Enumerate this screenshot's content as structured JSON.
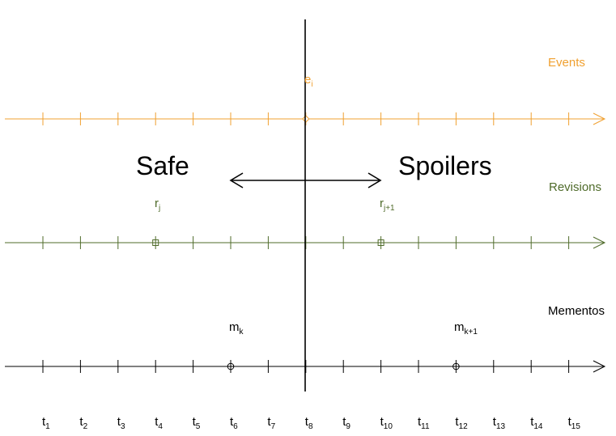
{
  "colors": {
    "events": "#f0a030",
    "revisions": "#4f6b2a",
    "mementos": "#000000",
    "divider": "#000000"
  },
  "lines": {
    "events": {
      "label": "Events"
    },
    "revisions": {
      "label": "Revisions"
    },
    "mementos": {
      "label": "Mementos"
    }
  },
  "regions": {
    "safe": "Safe",
    "spoilers": "Spoilers"
  },
  "markers": {
    "event": {
      "base": "e",
      "sub": "i",
      "tick": 8
    },
    "revision_j": {
      "base": "r",
      "sub": "j",
      "tick": 4
    },
    "revision_j1": {
      "base": "r",
      "sub": "j+1",
      "tick": 10
    },
    "memento_k": {
      "base": "m",
      "sub": "k",
      "tick": 6
    },
    "memento_k1": {
      "base": "m",
      "sub": "k+1",
      "tick": 12
    }
  },
  "time_ticks": [
    {
      "base": "t",
      "sub": "1"
    },
    {
      "base": "t",
      "sub": "2"
    },
    {
      "base": "t",
      "sub": "3"
    },
    {
      "base": "t",
      "sub": "4"
    },
    {
      "base": "t",
      "sub": "5"
    },
    {
      "base": "t",
      "sub": "6"
    },
    {
      "base": "t",
      "sub": "7"
    },
    {
      "base": "t",
      "sub": "8"
    },
    {
      "base": "t",
      "sub": "9"
    },
    {
      "base": "t",
      "sub": "10"
    },
    {
      "base": "t",
      "sub": "11"
    },
    {
      "base": "t",
      "sub": "12"
    },
    {
      "base": "t",
      "sub": "13"
    },
    {
      "base": "t",
      "sub": "14"
    },
    {
      "base": "t",
      "sub": "15"
    }
  ]
}
